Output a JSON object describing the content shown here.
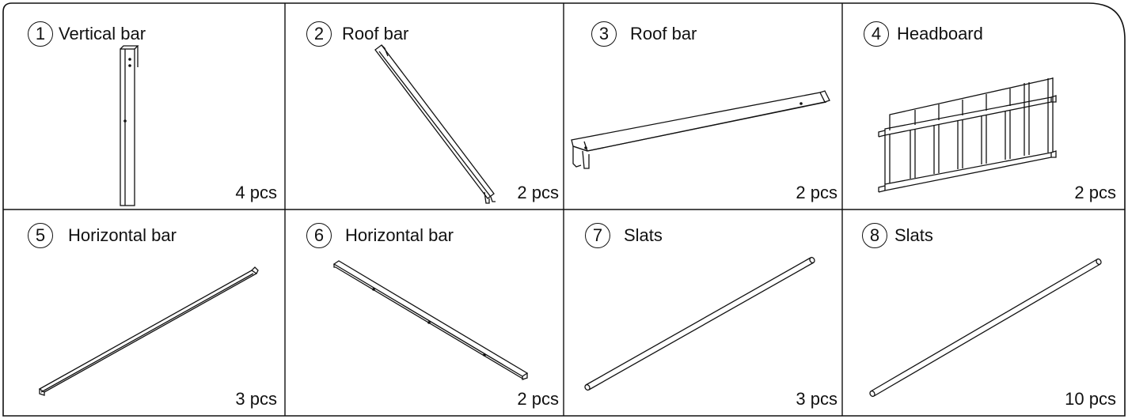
{
  "parts": [
    {
      "number": "1",
      "name": "Vertical bar",
      "quantity": "4 pcs",
      "icon": "vertical-bar-icon"
    },
    {
      "number": "2",
      "name": "Roof bar",
      "quantity": "2 pcs",
      "icon": "roof-bar-icon"
    },
    {
      "number": "3",
      "name": "Roof bar",
      "quantity": "2 pcs",
      "icon": "roof-bar-bracket-icon"
    },
    {
      "number": "4",
      "name": "Headboard",
      "quantity": "2 pcs",
      "icon": "headboard-icon"
    },
    {
      "number": "5",
      "name": "Horizontal bar",
      "quantity": "3 pcs",
      "icon": "horizontal-bar-icon"
    },
    {
      "number": "6",
      "name": "Horizontal bar",
      "quantity": "2 pcs",
      "icon": "horizontal-bar-holes-icon"
    },
    {
      "number": "7",
      "name": "Slats",
      "quantity": "3 pcs",
      "icon": "slat-icon"
    },
    {
      "number": "8",
      "name": "Slats",
      "quantity": "10 pcs",
      "icon": "slat-icon"
    }
  ]
}
